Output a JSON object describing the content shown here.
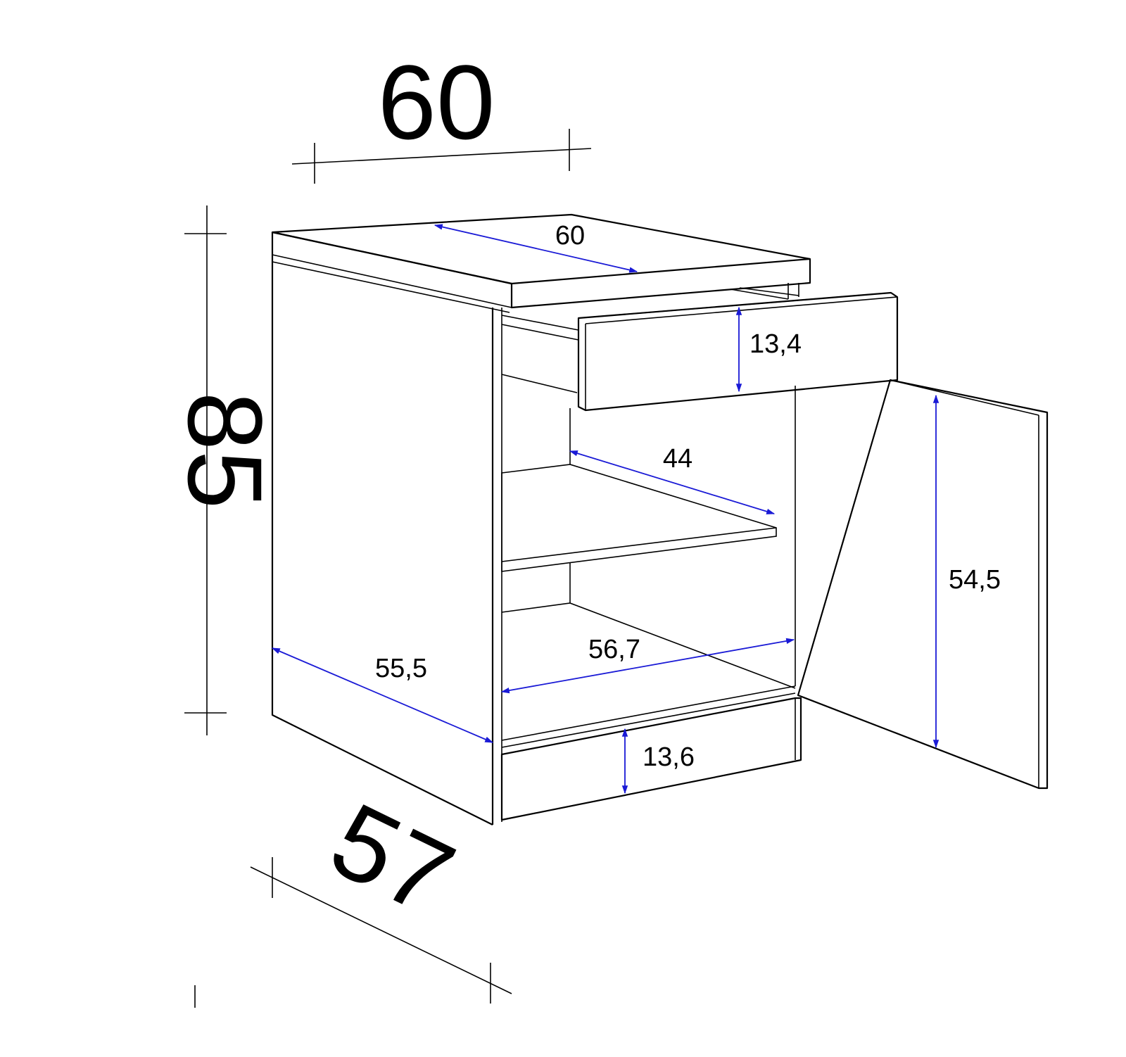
{
  "colors": {
    "lines": "#000000",
    "dimension_arrows": "#1a1ad6",
    "background": "#ffffff"
  },
  "dimensions": {
    "overall_width": "60",
    "overall_height": "85",
    "overall_depth": "57",
    "top_inner_width": "60",
    "drawer_height": "13,4",
    "shelf_depth": "44",
    "door_height": "54,5",
    "inner_width": "56,7",
    "side_depth": "55,5",
    "plinth_height": "13,6"
  }
}
